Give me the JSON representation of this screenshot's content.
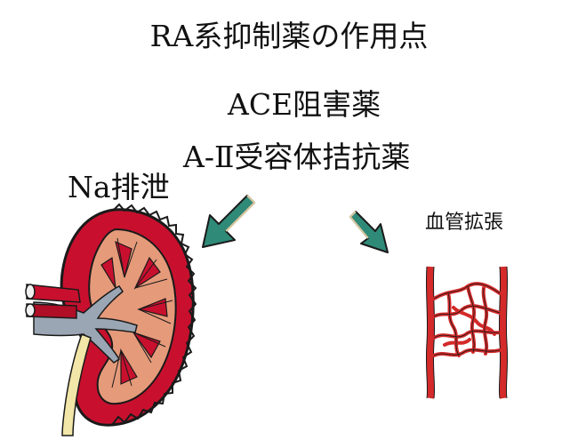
{
  "title": "RA系抑制薬の作用点",
  "drugs": [
    "ACE阻害薬",
    "A-Ⅱ受容体拮抗薬"
  ],
  "effects": {
    "kidney": "Na排泄",
    "vessel": "血管拡張"
  },
  "colors": {
    "arrow_fill": "#2f8a78",
    "arrow_outline": "#1a1a1a",
    "arrow_highlight": "#d9c9a0",
    "kidney_cortex": "#c8102e",
    "kidney_medulla": "#e59a7a",
    "vessel": "#d42a2a"
  },
  "icons": [
    "kidney-illustration",
    "blood-vessel-illustration",
    "arrow-down-left-icon",
    "arrow-down-right-icon"
  ]
}
